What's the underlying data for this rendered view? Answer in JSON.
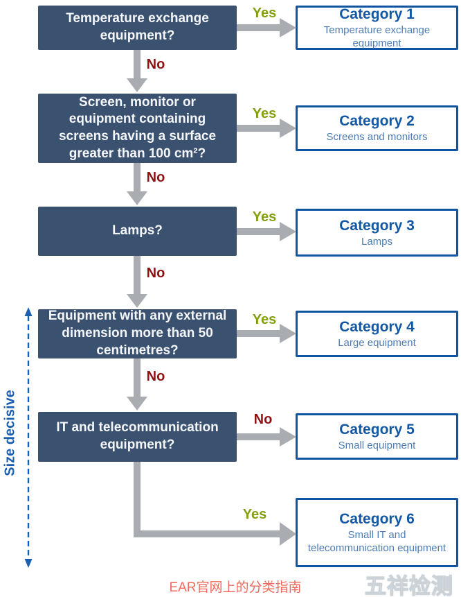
{
  "diagram": {
    "questions": [
      {
        "text": "Temperature exchange equipment?"
      },
      {
        "text": "Screen, monitor or equipment containing screens having a surface greater than 100 cm²?"
      },
      {
        "text": "Lamps?"
      },
      {
        "text": "Equipment with any external dimension more than 50 centimetres?"
      },
      {
        "text": "IT and telecommunication equipment?"
      }
    ],
    "categories": [
      {
        "title": "Category 1",
        "subtitle": "Temperature exchange equipment"
      },
      {
        "title": "Category 2",
        "subtitle": "Screens and monitors"
      },
      {
        "title": "Category 3",
        "subtitle": "Lamps"
      },
      {
        "title": "Category 4",
        "subtitle": "Large equipment"
      },
      {
        "title": "Category 5",
        "subtitle": "Small equipment"
      },
      {
        "title": "Category 6",
        "subtitle": "Small IT and telecommunication equipment"
      }
    ],
    "branch_labels": {
      "row1_yes": "Yes",
      "row1_no": "No",
      "row2_yes": "Yes",
      "row2_no": "No",
      "row3_yes": "Yes",
      "row3_no": "No",
      "row4_yes": "Yes",
      "row4_no": "No",
      "row5_no": "No",
      "row6_yes": "Yes"
    },
    "side_label": "Size decisive"
  },
  "caption": "EAR官网上的分类指南",
  "watermark": "五祥检测",
  "colors": {
    "question_box": "#3a5170",
    "category_border": "#0e56a4",
    "category_title": "#1257a3",
    "category_subtitle": "#4d7cb5",
    "yes_green": "#82a00d",
    "no_red": "#8e1212",
    "arrow_gray": "#a9acb0",
    "side_blue": "#1a5fb0",
    "caption_red": "#f2695c"
  }
}
